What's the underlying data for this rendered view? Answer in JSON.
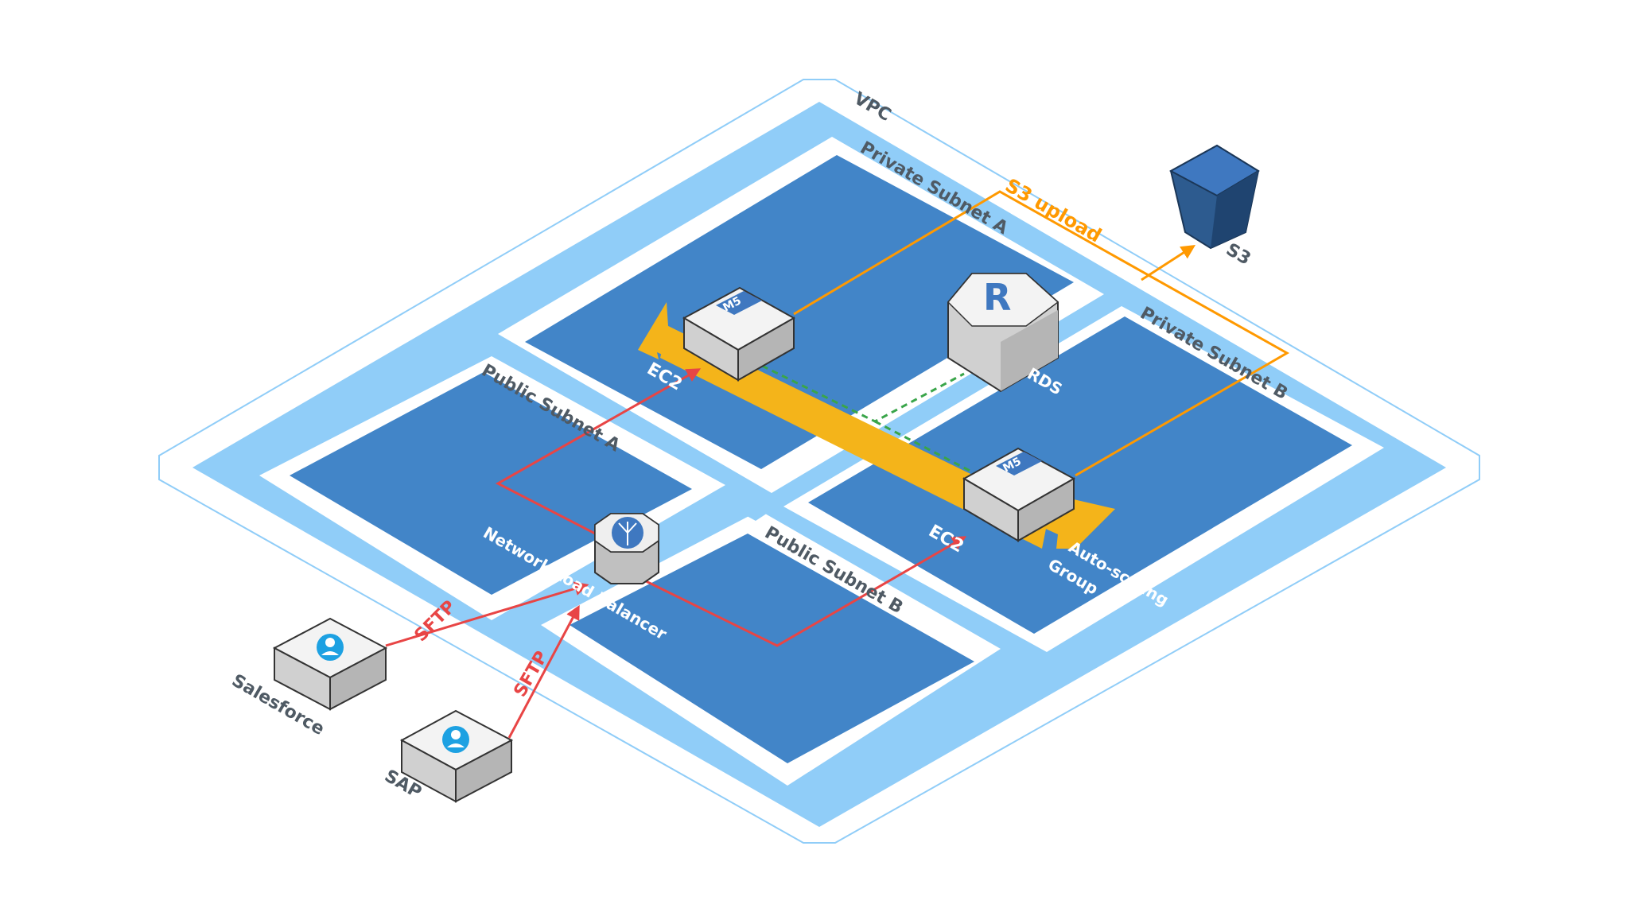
{
  "vpc": {
    "label": "VPC"
  },
  "subnets": {
    "private_a": "Private Subnet A",
    "private_b": "Private Subnet B",
    "public_a": "Public Subnet A",
    "public_b": "Public Subnet B"
  },
  "nodes": {
    "ec2_a": {
      "label": "EC2",
      "badge": "M5"
    },
    "ec2_b": {
      "label": "EC2",
      "badge": "M5"
    },
    "rds": {
      "label": "RDS",
      "badge": "R"
    },
    "s3": {
      "label": "S3"
    },
    "nlb": {
      "label": "Network Load Balancer"
    },
    "salesforce": {
      "label": "Salesforce"
    },
    "sap": {
      "label": "SAP"
    }
  },
  "group": {
    "line1": "Auto-scaling",
    "line2": "Group"
  },
  "flows": {
    "sftp_salesforce": "SFTP",
    "sftp_sap": "SFTP",
    "s3_upload": "S3 upload"
  },
  "colors": {
    "vpc_band": "#90cdf8",
    "subnet_fill": "#4285c8",
    "asg_arrow": "#f4b41a",
    "sftp_line": "#e84545",
    "s3_line": "#ff9900",
    "db_link": "#3aa54a",
    "s3_bucket": "#2d5b8f",
    "user_icon": "#1da1e2"
  }
}
